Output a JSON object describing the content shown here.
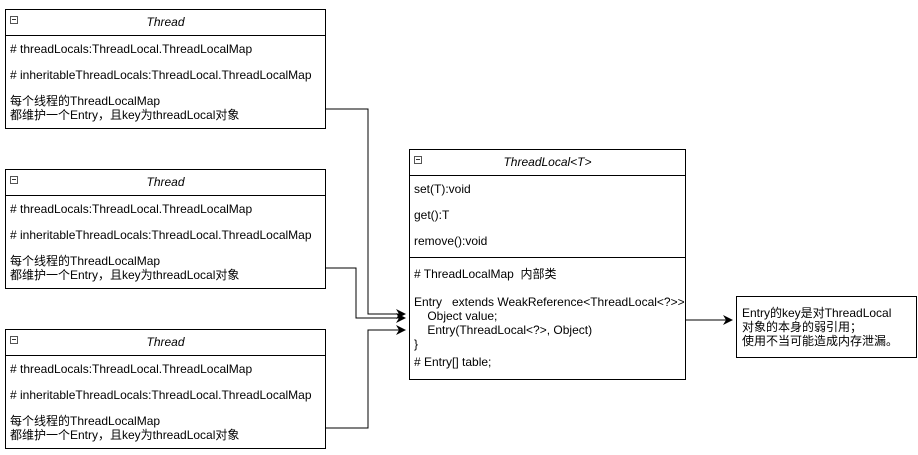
{
  "thread_boxes": [
    {
      "title": "Thread",
      "field1": "# threadLocals:ThreadLocal.ThreadLocalMap",
      "field2": "# inheritableThreadLocals:ThreadLocal.ThreadLocalMap",
      "note_line1": "每个线程的ThreadLocalMap",
      "note_line2": "都维护一个Entry，且key为threadLocal对象"
    },
    {
      "title": "Thread",
      "field1": "# threadLocals:ThreadLocal.ThreadLocalMap",
      "field2": "# inheritableThreadLocals:ThreadLocal.ThreadLocalMap",
      "note_line1": "每个线程的ThreadLocalMap",
      "note_line2": "都维护一个Entry，且key为threadLocal对象"
    },
    {
      "title": "Thread",
      "field1": "# threadLocals:ThreadLocal.ThreadLocalMap",
      "field2": "# inheritableThreadLocals:ThreadLocal.ThreadLocalMap",
      "note_line1": "每个线程的ThreadLocalMap",
      "note_line2": "都维护一个Entry，且key为threadLocal对象"
    }
  ],
  "threadlocal_box": {
    "title": "ThreadLocal<T>",
    "methods": [
      "set(T):void",
      "get():T",
      "remove():void"
    ],
    "inner_header": "# ThreadLocalMap  内部类",
    "entry_lines": [
      "Entry   extends WeakReference<ThreadLocal<?>>",
      "    Object value;",
      "    Entry(ThreadLocal<?>, Object)",
      "}"
    ],
    "table_field": "# Entry[] table;"
  },
  "annotation": {
    "lines": [
      "Entry的key是对ThreadLocal",
      "对象的本身的弱引用；",
      "使用不当可能造成内存泄漏。"
    ]
  }
}
